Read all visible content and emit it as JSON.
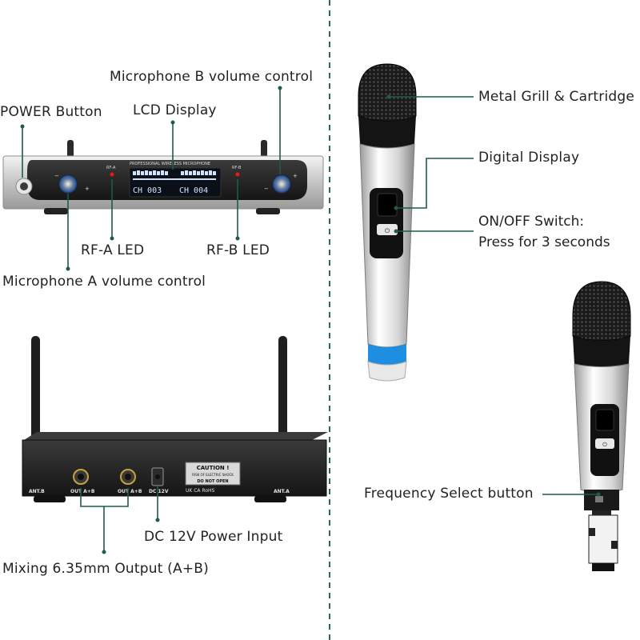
{
  "labels": {
    "mic_b_volume": "Microphone B volume control",
    "power_button": "POWER Button",
    "lcd_display": "LCD Display",
    "rf_a_led": "RF-A LED",
    "rf_b_led": "RF-B LED",
    "mic_a_volume": "Microphone A volume control",
    "dc_power_input": "DC 12V Power Input",
    "mixing_output": "Mixing 6.35mm Output (A+B)",
    "metal_grill": "Metal Grill & Cartridge",
    "digital_display": "Digital Display",
    "onoff_line1": "ON/OFF Switch:",
    "onoff_line2": "Press for 3 seconds",
    "frequency_select": "Frequency Select button"
  },
  "receiver_front": {
    "brand_text": "PROFESSIONAL WIRELESS MICROPHONE",
    "rf_a": "RF-A",
    "rf_b": "RF-B",
    "ch_a": "CH 003",
    "ch_b": "CH 004"
  },
  "receiver_back": {
    "ant_b": "ANT.B",
    "ant_a": "ANT.A",
    "out_1": "OUT A+B",
    "out_2": "OUT A+B",
    "dc": "DC 12V",
    "caution": "CAUTION !",
    "caution_sub": "RISK OF ELECTRIC SHOCK",
    "caution_sub2": "DO NOT OPEN",
    "marks": "UK CA  RoHS"
  },
  "colors": {
    "callout_line": "#1f5a4a",
    "divider": "#2e6b55",
    "led_red": "#e21b1b",
    "lcd_blue": "#cfe4ff",
    "mic_ring_blue": "#1e8fe0"
  }
}
